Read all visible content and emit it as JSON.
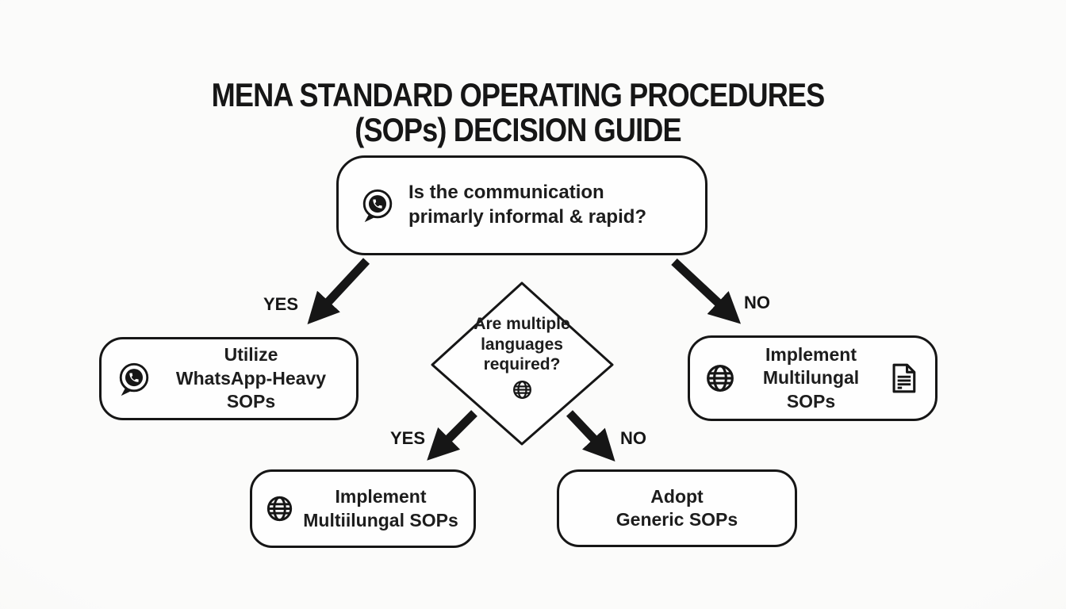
{
  "title": {
    "line1": "MENA STANDARD OPERATING PROCEDURES",
    "line2": "(SOPs) DECISION GUIDE"
  },
  "nodes": {
    "root_question": {
      "line1": "Is the communication",
      "line2": "primarly informal & rapid?",
      "icon": "whatsapp-icon"
    },
    "language_question": {
      "line1": "Are multiple",
      "line2": "languages",
      "line3": "required?",
      "icon": "globe-icon"
    },
    "utilize_whatsapp": {
      "line1": "Utilize",
      "line2": "WhatsApp-Heavy SOPs",
      "icon": "whatsapp-icon"
    },
    "implement_multilingual_right": {
      "line1": "Implement",
      "line2": "Multilungal SOPs",
      "icon_left": "globe-icon",
      "icon_right": "document-icon"
    },
    "implement_multilingual_bottom": {
      "line1": "Implement",
      "line2": "Multiilungal SOPs",
      "icon": "globe-icon"
    },
    "adopt_generic": {
      "line1": "Adopt",
      "line2": "Generic SOPs"
    }
  },
  "edge_labels": {
    "top_yes": "YES",
    "top_no": "NO",
    "bottom_yes": "YES",
    "bottom_no": "NO"
  },
  "colors": {
    "background": "#f9f9f7",
    "node_fill": "#fefefe",
    "stroke": "#161616",
    "text": "#1d1d1d"
  }
}
